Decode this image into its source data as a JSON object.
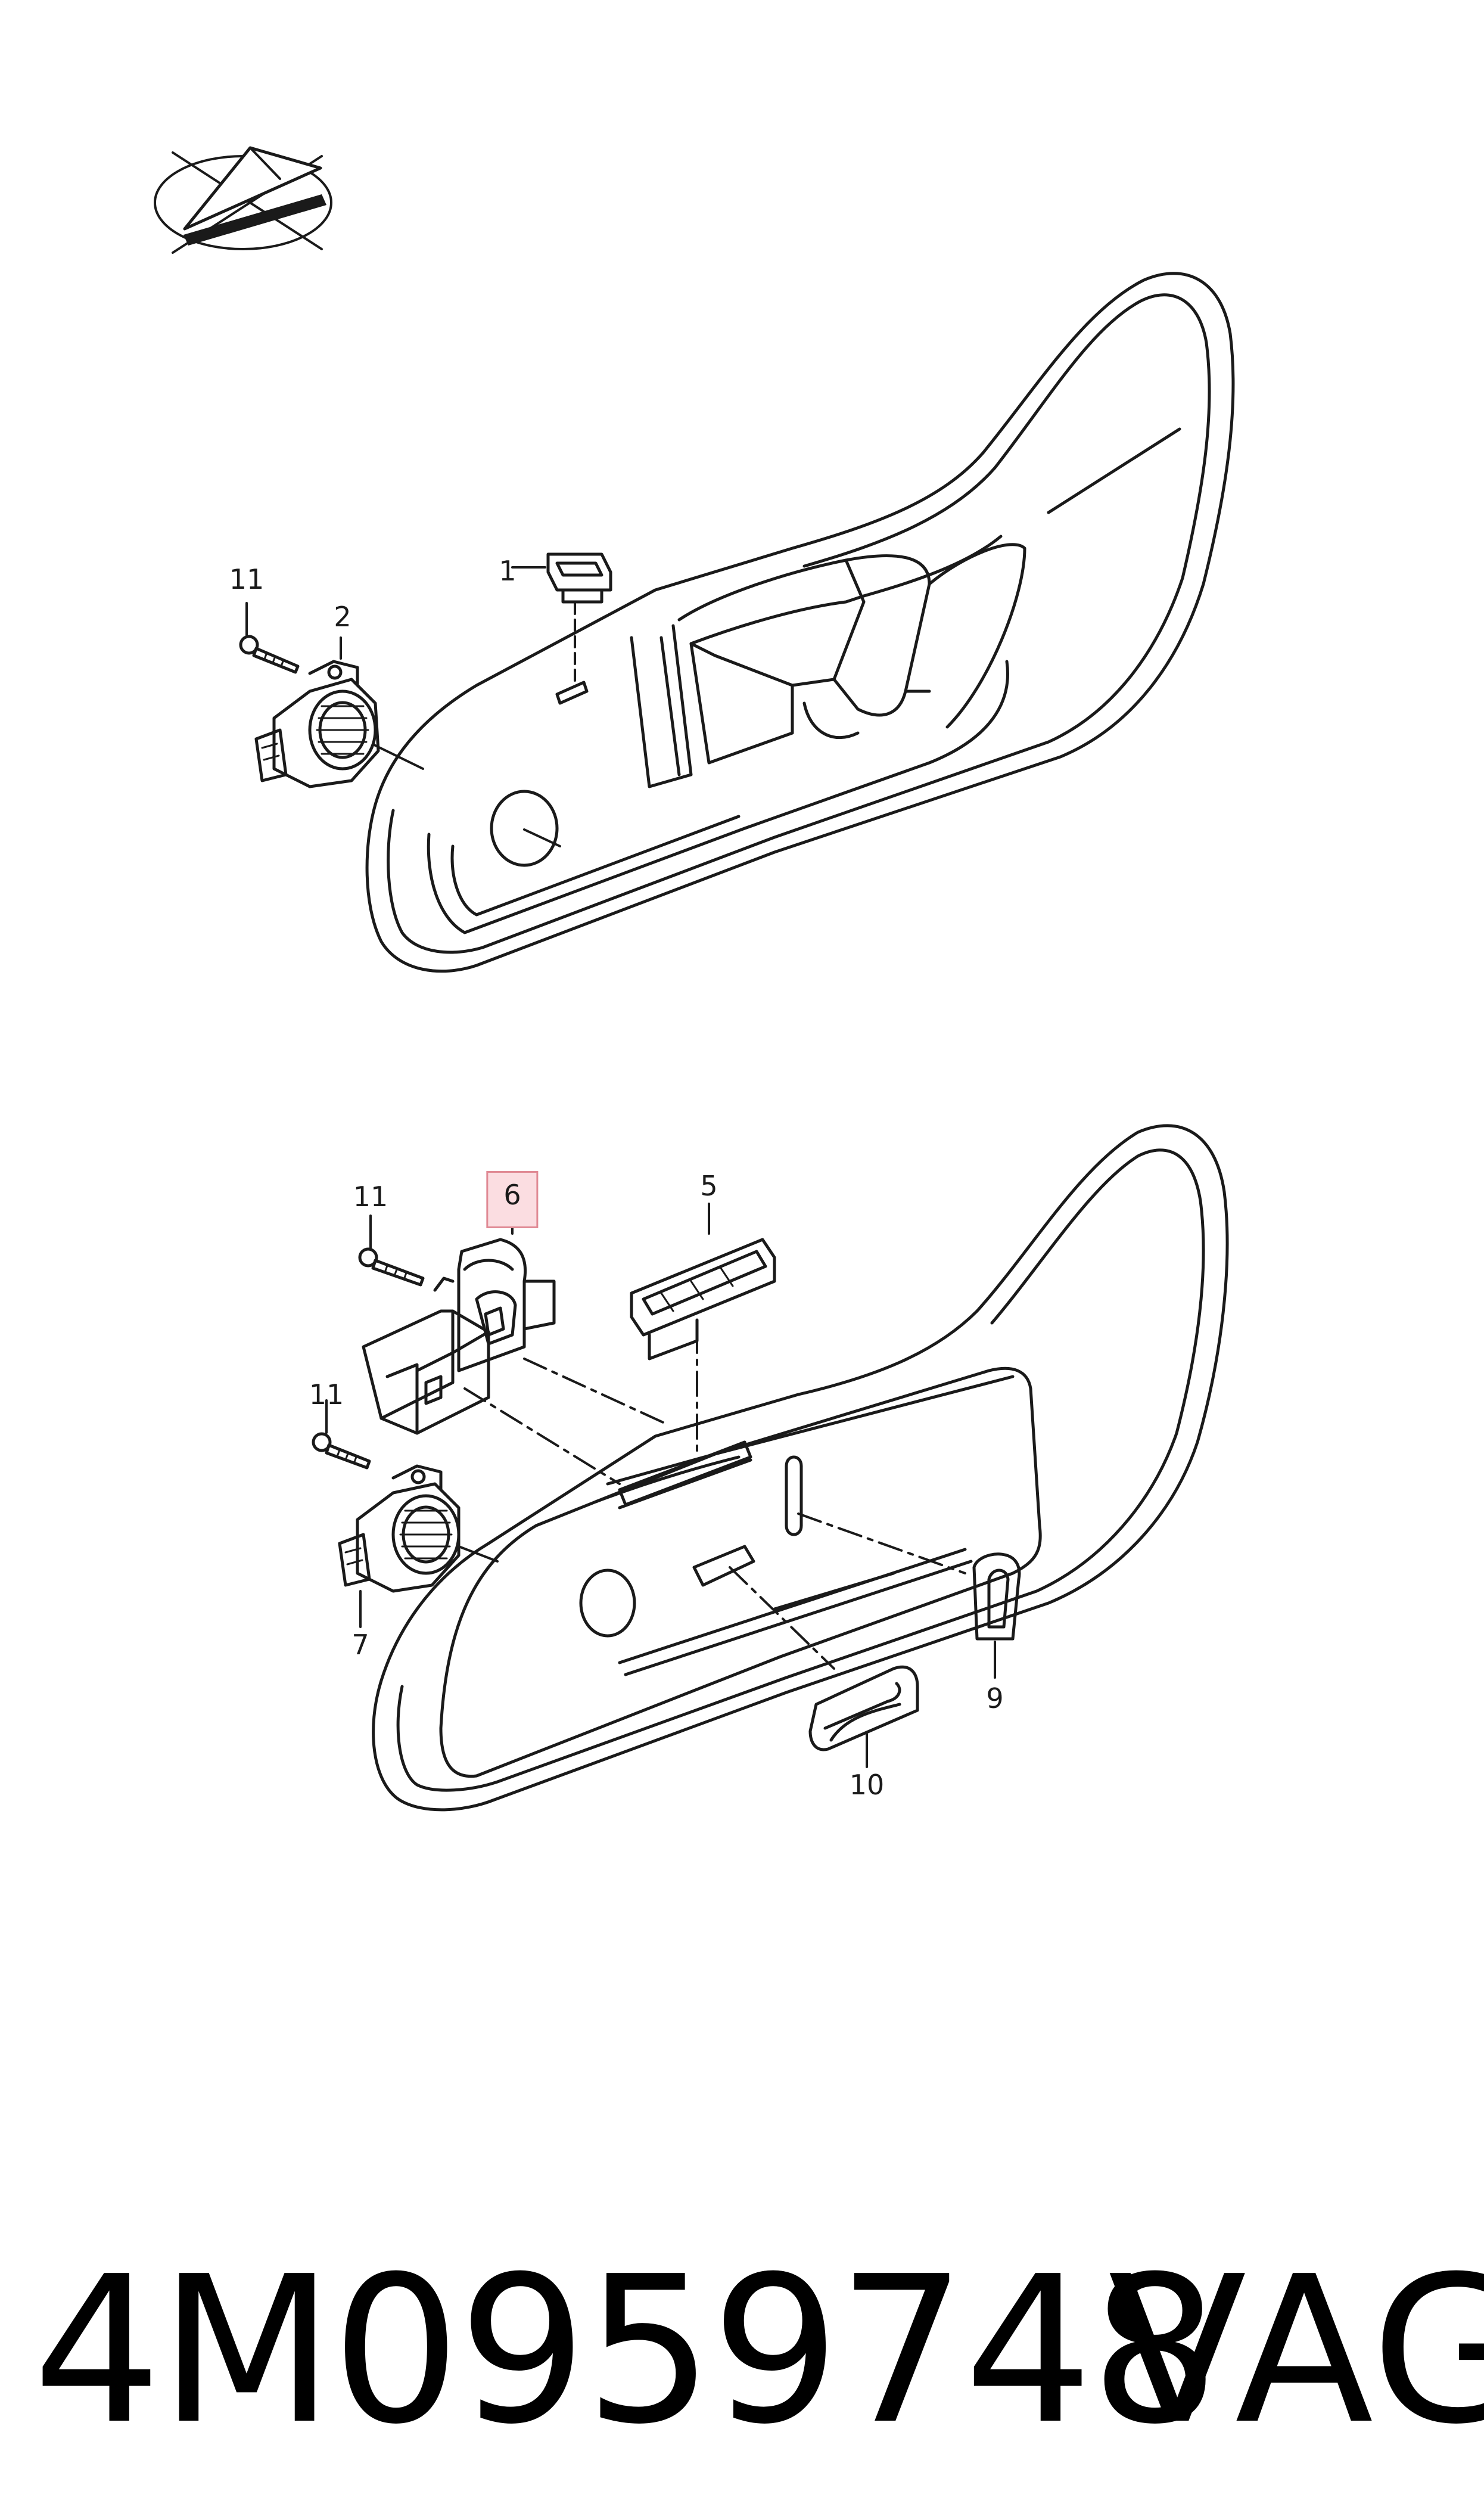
{
  "callouts": [
    {
      "id": "c1",
      "label": "1"
    },
    {
      "id": "c2",
      "label": "2"
    },
    {
      "id": "c11a",
      "label": "11"
    },
    {
      "id": "c11b",
      "label": "11"
    },
    {
      "id": "c11c",
      "label": "11"
    },
    {
      "id": "c6",
      "label": "6",
      "highlighted": true
    },
    {
      "id": "c5",
      "label": "5"
    },
    {
      "id": "c7",
      "label": "7"
    },
    {
      "id": "c9",
      "label": "9"
    },
    {
      "id": "c10",
      "label": "10"
    }
  ],
  "footer": {
    "part_number": "4M0959748",
    "brand": "VAG"
  },
  "colors": {
    "line": "#1a1a1a",
    "highlight_fill": "#fbdde1",
    "highlight_border": "#e08a94"
  }
}
